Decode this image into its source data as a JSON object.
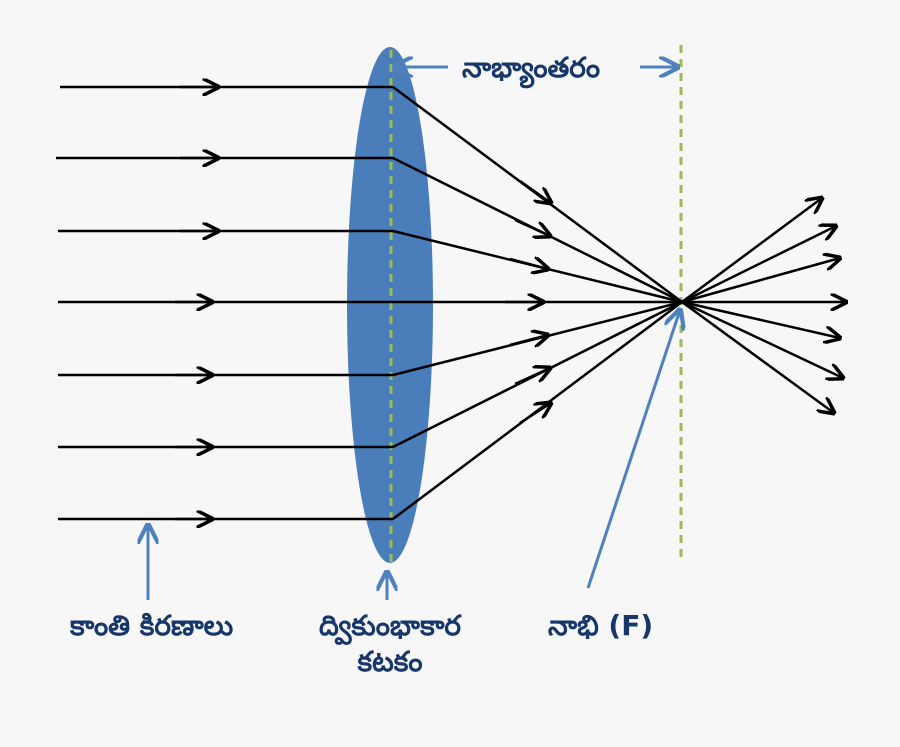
{
  "labels": {
    "focal_length": "నాభ్యాంతరం",
    "light_rays": "కాంతి కిరణాలు",
    "lens_line1": "ద్వికుంభాకార",
    "lens_line2": "కటకం",
    "focus": "నాభి (F)"
  },
  "colors": {
    "background": "#f7f7f7",
    "lens_fill": "#4a7ebb",
    "ray": "#000000",
    "guide_dashed": "#9bbb59",
    "annotation_arrow": "#4f81bd",
    "label_text": "#17376a"
  },
  "incident_ray_count": 7
}
